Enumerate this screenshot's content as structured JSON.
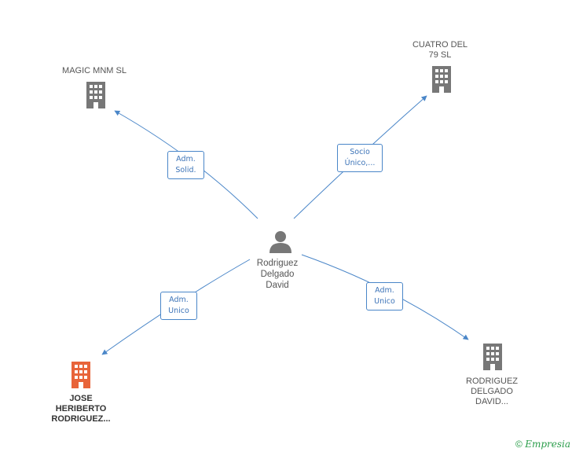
{
  "center": {
    "name_lines": [
      "Rodriguez",
      "Delgado",
      "David"
    ]
  },
  "companies": {
    "magic": {
      "name": "MAGIC MNM SL",
      "color": "#777777"
    },
    "cuatro": {
      "name_lines": [
        "CUATRO DEL",
        "79 SL"
      ],
      "color": "#777777"
    },
    "jose": {
      "name_lines": [
        "JOSE",
        "HERIBERTO",
        "RODRIGUEZ..."
      ],
      "color": "#e8643a"
    },
    "rodriguez": {
      "name_lines": [
        "RODRIGUEZ",
        "DELGADO",
        "DAVID..."
      ],
      "color": "#777777"
    }
  },
  "relations": {
    "magic": [
      "Adm.",
      "Solid."
    ],
    "cuatro": [
      "Socio",
      "Único,..."
    ],
    "jose": [
      "Adm.",
      "Unico"
    ],
    "rodriguez": [
      "Adm.",
      "Unico"
    ]
  },
  "footer": {
    "copyright": "©",
    "brand": "Empresia"
  },
  "colors": {
    "edge": "#4a86c8",
    "person": "#777777"
  }
}
